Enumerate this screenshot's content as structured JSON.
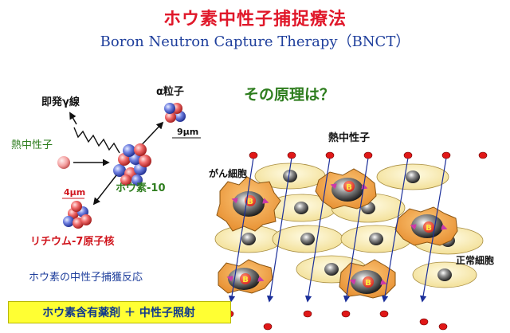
{
  "header": {
    "title_jp": "ホウ素中性子捕捉療法",
    "title_en": "Boron Neutron Capture Therapy（BNCT）"
  },
  "left_panel": {
    "gamma": "即発γ線",
    "alpha": "α粒子",
    "alpha_range": "9μm",
    "thermal_neutron": "熱中性子",
    "boron": "ホウ素-10",
    "li_range": "4μm",
    "lithium": "リチウム-7原子核",
    "caption": "ホウ素の中性子捕獲反応",
    "bottom_box": "ホウ素含有薬剤 ＋ 中性子照射"
  },
  "right_panel": {
    "question": "その原理は？",
    "neutron_label": "熱中性子",
    "cancer_label": "がん細胞",
    "normal_label": "正常細胞",
    "boron_mark": "B"
  },
  "colors": {
    "title_red": "#e0182a",
    "title_blue": "#1f3f9c",
    "green": "#2e7d1e",
    "cancer_fill": "#f4a94a",
    "normal_fill": "#f8ecb4",
    "neutron_red": "#e01818",
    "arrow_blue": "#1b2f9a",
    "boron_pink": "#cc3aa8",
    "highlight_yellow": "#ffff33"
  }
}
